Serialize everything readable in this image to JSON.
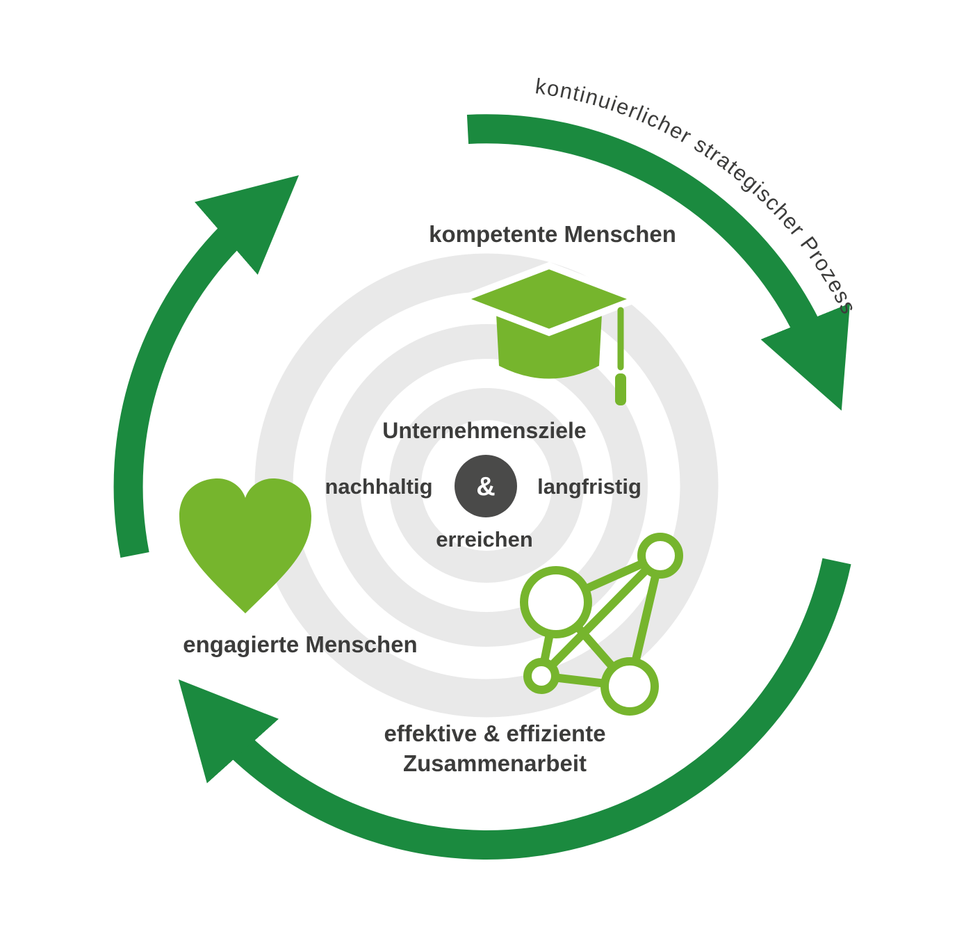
{
  "diagram": {
    "curved_label": "kontinuierlicher strategischer Prozess",
    "nodes": {
      "top": {
        "label": "kompetente Menschen",
        "icon": "graduation-cap-icon"
      },
      "left": {
        "label": "engagierte Menschen",
        "icon": "heart-icon"
      },
      "bottom_right": {
        "label_line1": "effektive & effiziente",
        "label_line2": "Zusammenarbeit",
        "icon": "network-icon"
      }
    },
    "center": {
      "title": "Unternehmensziele",
      "word_left": "nachhaltig",
      "connector": "&",
      "word_right": "langfristig",
      "word_bottom": "erreichen"
    },
    "colors": {
      "arrow_green": "#1b8a3f",
      "icon_green": "#76b52d",
      "ring_gray": "#e9e9e9",
      "text_dark": "#3c3c3b",
      "amp_circle_bg": "#4a4a49",
      "amp_text": "#ffffff"
    }
  }
}
